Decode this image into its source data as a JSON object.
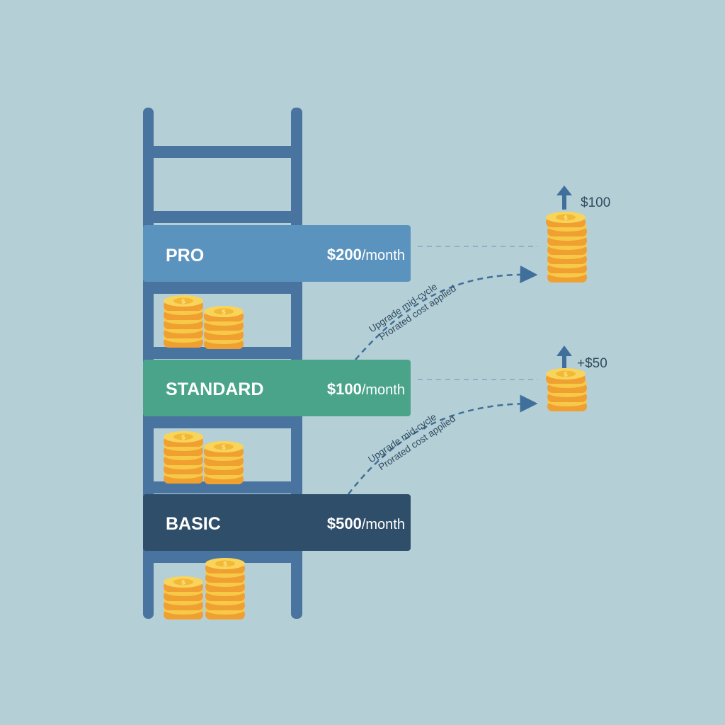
{
  "tiers": [
    {
      "name": "PRO",
      "price": "$200",
      "unit": "/month",
      "color": "#5b93bf"
    },
    {
      "name": "STANDARD",
      "price": "$100",
      "unit": "/month",
      "color": "#4aa48a"
    },
    {
      "name": "BASIC",
      "price": "$500",
      "unit": "/month",
      "color": "#2f4e6a"
    }
  ],
  "upgrades": [
    {
      "line1": "Upgrade mid-cycle",
      "line2": "Prorated cost applied",
      "delta": "$100"
    },
    {
      "line1": "Upgrade mid-cycle",
      "line2": "Prorated cost applied",
      "delta": "+$50"
    }
  ],
  "colors": {
    "background": "#b5cfd6",
    "ladder": "#4a74a0",
    "coin_face": "#f7c948",
    "coin_edge": "#f0a030",
    "arrow": "#3f6f9b",
    "dashed_line": "#8fb1c7"
  }
}
